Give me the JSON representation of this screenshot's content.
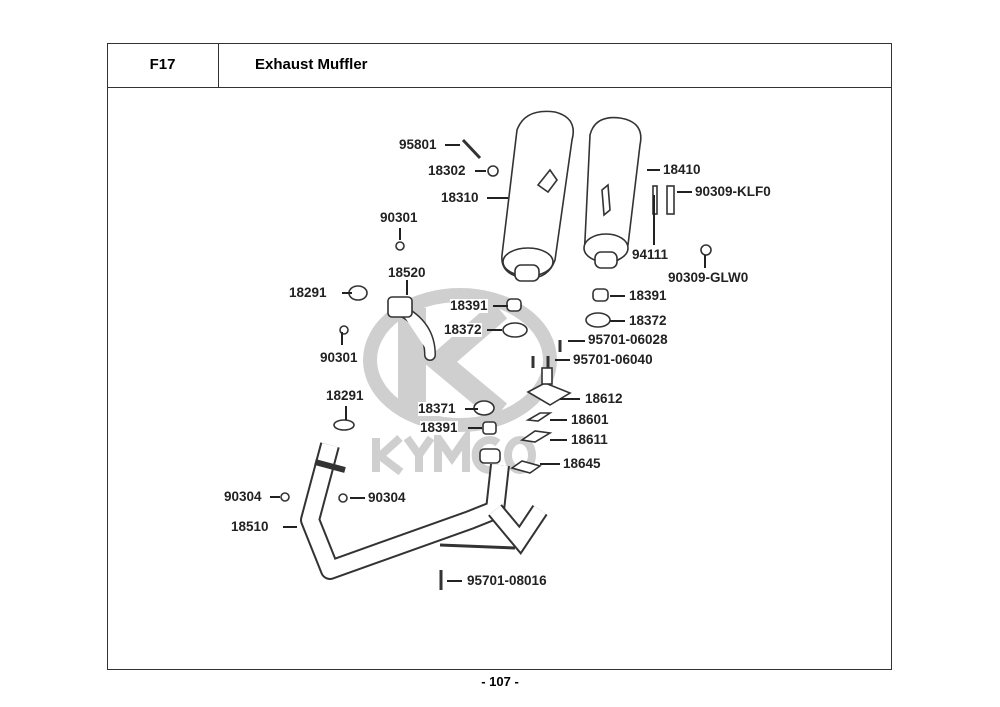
{
  "header": {
    "section_code": "F17",
    "title": "Exhaust Muffler"
  },
  "footer": {
    "page_number": "- 107 -"
  },
  "watermark": {
    "text": "KYMCO",
    "color": "#c8c8c8"
  },
  "labels": [
    "95801",
    "18302",
    "18310",
    "18410",
    "90309-KLF0",
    "94111",
    "90309-GLW0",
    "90301",
    "18520",
    "18291",
    "18391",
    "18372",
    "90301",
    "18391",
    "18372",
    "95701-06028",
    "95701-06040",
    "18612",
    "18601",
    "18611",
    "18645",
    "18291",
    "18371",
    "18391",
    "90304",
    "90304",
    "18510",
    "95701-08016"
  ]
}
